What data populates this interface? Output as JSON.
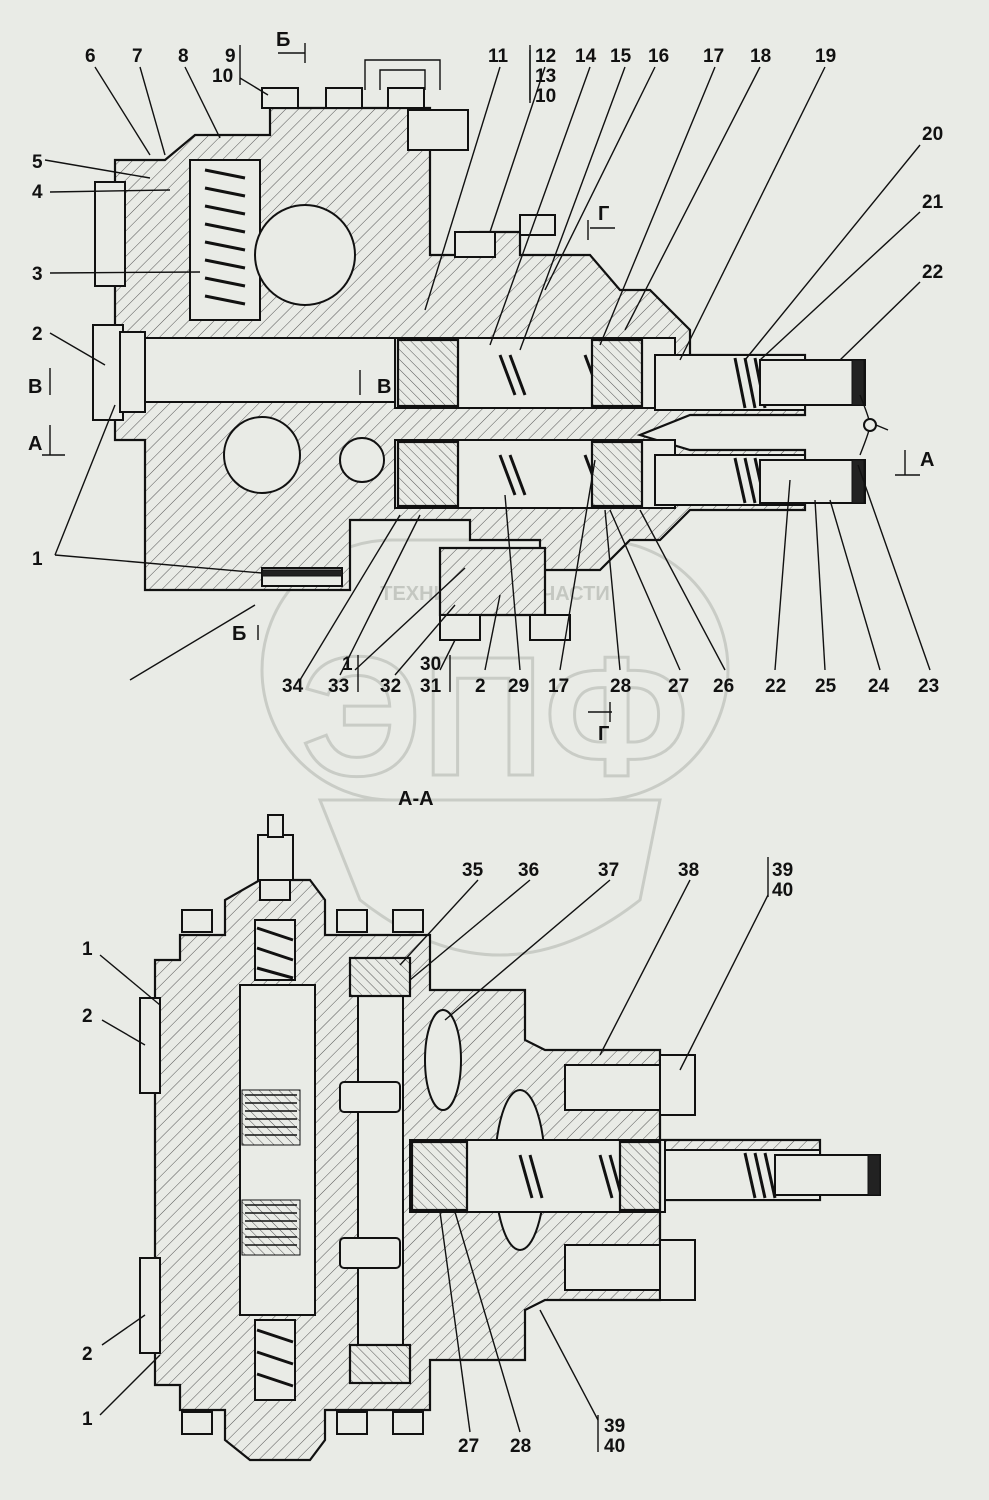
{
  "drawing": {
    "section_label": "А-А",
    "cut_marks": [
      "А",
      "Б",
      "В",
      "Г"
    ],
    "watermark": {
      "logo_text": "ЭПФ",
      "ring_text": "ТЕХНИКА И ЗАПЧАСТИ"
    }
  },
  "callouts_top_view": [
    "6",
    "7",
    "8",
    "9",
    "10",
    "11",
    "12",
    "13",
    "10",
    "14",
    "15",
    "16",
    "17",
    "18",
    "19",
    "20",
    "21",
    "22",
    "5",
    "4",
    "3",
    "2",
    "1",
    "34",
    "33",
    "1",
    "32",
    "31",
    "30",
    "2",
    "29",
    "17",
    "28",
    "27",
    "26",
    "22",
    "25",
    "24",
    "23"
  ],
  "callouts_section_view": [
    "35",
    "36",
    "37",
    "38",
    "39",
    "40",
    "1",
    "2",
    "2",
    "1",
    "27",
    "28",
    "39",
    "40"
  ]
}
